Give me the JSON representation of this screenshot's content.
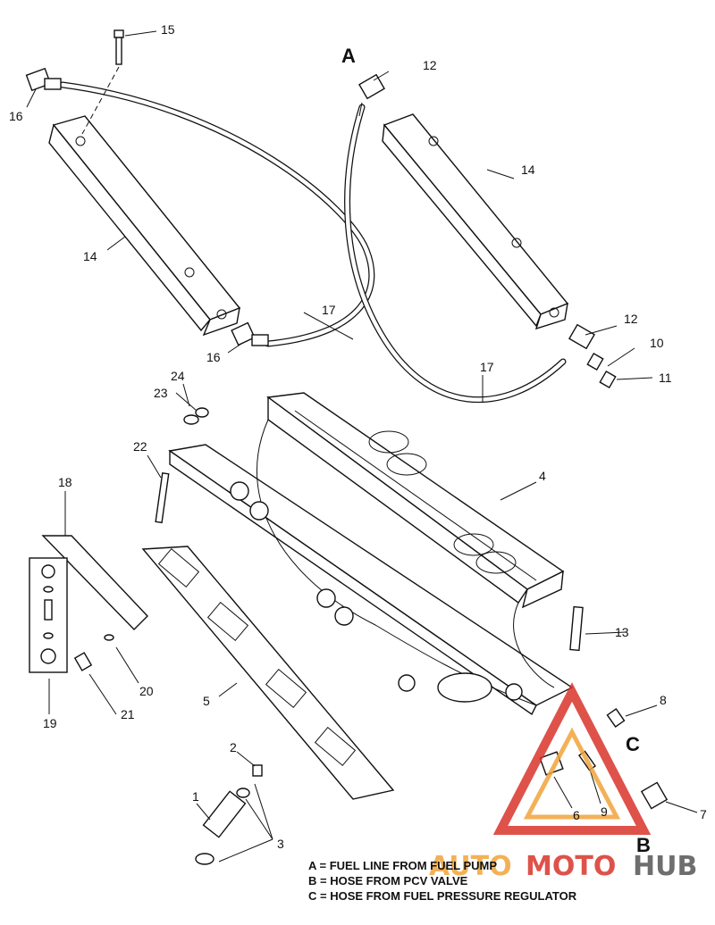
{
  "callouts": {
    "c1": "1",
    "c2": "2",
    "c3": "3",
    "c4": "4",
    "c5": "5",
    "c6": "6",
    "c7": "7",
    "c8": "8",
    "c9": "9",
    "c10": "10",
    "c11": "11",
    "c12a": "12",
    "c12b": "12",
    "c13": "13",
    "c14a": "14",
    "c14b": "14",
    "c15": "15",
    "c16a": "16",
    "c16b": "16",
    "c17a": "17",
    "c17b": "17",
    "c18": "18",
    "c19": "19",
    "c20": "20",
    "c21": "21",
    "c22": "22",
    "c23": "23",
    "c24": "24"
  },
  "connection_letters": {
    "a": "A",
    "b": "B",
    "c": "C"
  },
  "legend": [
    "A = FUEL LINE FROM FUEL PUMP",
    "B = HOSE FROM PCV VALVE",
    "C = HOSE FROM FUEL PRESSURE REGULATOR"
  ],
  "watermark": {
    "part1": "AUTO",
    "part2": "MOTO",
    "part3": "HUB",
    "color": "#d9342b",
    "accent": "#f2a43a"
  }
}
